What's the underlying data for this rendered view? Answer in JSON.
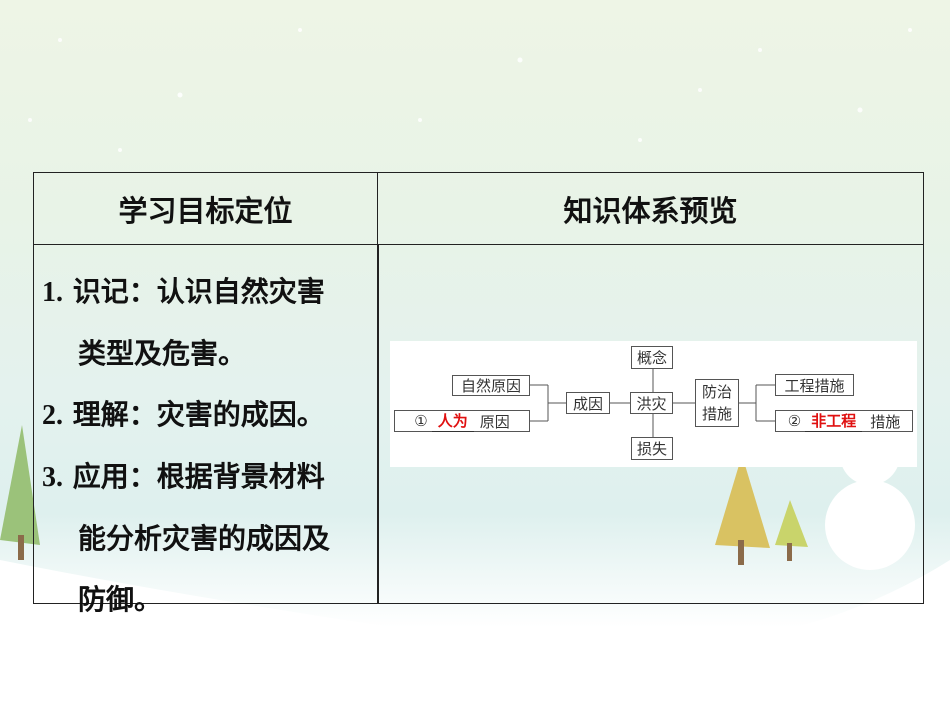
{
  "table": {
    "header_left": "学习目标定位",
    "header_right": "知识体系预览"
  },
  "objectives": [
    {
      "num": "1.",
      "line1": "识记：认识自然灾害",
      "line2": "类型及危害。"
    },
    {
      "num": "2.",
      "line1": "理解：灾害的成因。"
    },
    {
      "num": "3.",
      "line1": "应用：根据背景材料",
      "line2": "能分析灾害的成因及",
      "line3": "防御。"
    }
  ],
  "diagram": {
    "natural_cause": "自然原因",
    "human_cause_prefix": "①",
    "human_cause_fill": "人为",
    "human_cause_suffix": "原因",
    "cause": "成因",
    "center": "洪灾",
    "concept": "概念",
    "loss": "损失",
    "prevent_line1": "防治",
    "prevent_line2": "措施",
    "engineering": "工程措施",
    "nonengineering_prefix": "②",
    "nonengineering_fill": "非工程",
    "nonengineering_suffix": "措施"
  }
}
